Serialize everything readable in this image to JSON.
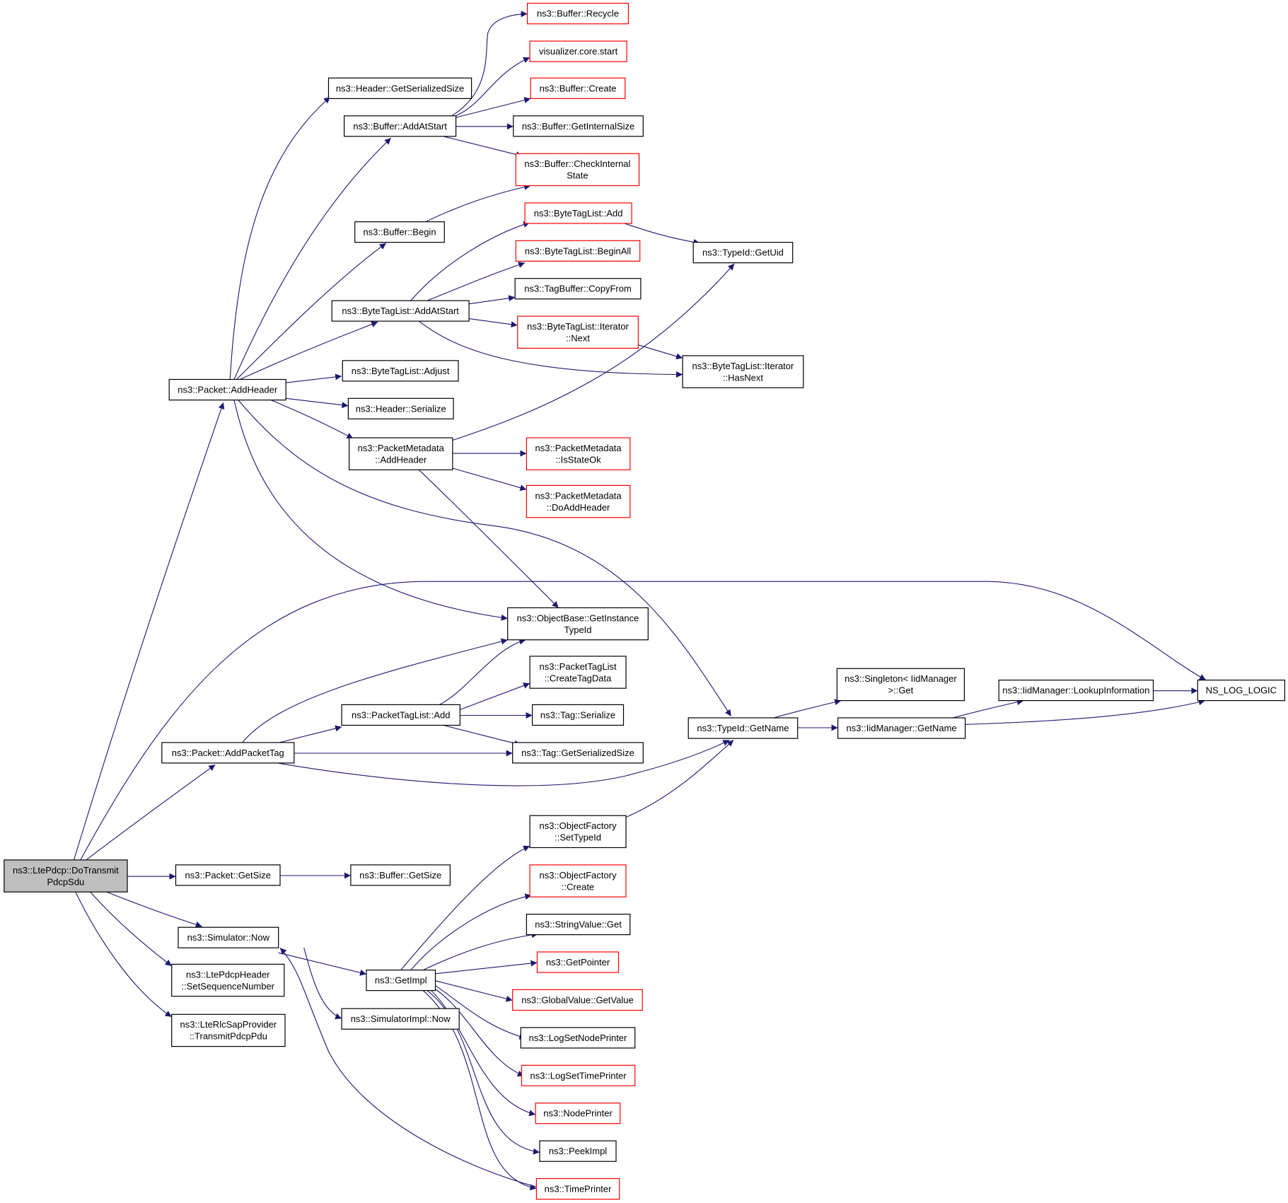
{
  "colors": {
    "edge": "#191970",
    "border_normal": "#000000",
    "border_truncated": "#ff0000",
    "root_fill": "#bfbfbf",
    "node_fill": "#ffffff"
  },
  "nodes": {
    "root": {
      "lines": [
        "ns3::LtePdcp::DoTransmit",
        "PdcpSdu"
      ],
      "truncated": false,
      "root": true
    },
    "addHeader": {
      "lines": [
        "ns3::Packet::AddHeader"
      ],
      "truncated": false
    },
    "addPacketTag": {
      "lines": [
        "ns3::Packet::AddPacketTag"
      ],
      "truncated": false
    },
    "getSize": {
      "lines": [
        "ns3::Packet::GetSize"
      ],
      "truncated": false
    },
    "simNow": {
      "lines": [
        "ns3::Simulator::Now"
      ],
      "truncated": false
    },
    "setSeq": {
      "lines": [
        "ns3::LtePdcpHeader",
        "::SetSequenceNumber"
      ],
      "truncated": false
    },
    "transmitPdu": {
      "lines": [
        "ns3::LteRlcSapProvider",
        "::TransmitPdcpPdu"
      ],
      "truncated": false
    },
    "hdrGetSerSize": {
      "lines": [
        "ns3::Header::GetSerializedSize"
      ],
      "truncated": false
    },
    "bufAddAtStart": {
      "lines": [
        "ns3::Buffer::AddAtStart"
      ],
      "truncated": false
    },
    "bufBegin": {
      "lines": [
        "ns3::Buffer::Begin"
      ],
      "truncated": false
    },
    "btlAddAtStart": {
      "lines": [
        "ns3::ByteTagList::AddAtStart"
      ],
      "truncated": false
    },
    "btlAdjust": {
      "lines": [
        "ns3::ByteTagList::Adjust"
      ],
      "truncated": false
    },
    "hdrSerialize": {
      "lines": [
        "ns3::Header::Serialize"
      ],
      "truncated": false
    },
    "pmAddHeader": {
      "lines": [
        "ns3::PacketMetadata",
        "::AddHeader"
      ],
      "truncated": false
    },
    "ptlAdd": {
      "lines": [
        "ns3::PacketTagList::Add"
      ],
      "truncated": false
    },
    "bufGetSize": {
      "lines": [
        "ns3::Buffer::GetSize"
      ],
      "truncated": false
    },
    "getImpl": {
      "lines": [
        "ns3::GetImpl"
      ],
      "truncated": false
    },
    "simImplNow": {
      "lines": [
        "ns3::SimulatorImpl::Now"
      ],
      "truncated": false
    },
    "bufRecycle": {
      "lines": [
        "ns3::Buffer::Recycle"
      ],
      "truncated": true
    },
    "vizStart": {
      "lines": [
        "visualizer.core.start"
      ],
      "truncated": true
    },
    "bufCreate": {
      "lines": [
        "ns3::Buffer::Create"
      ],
      "truncated": true
    },
    "bufGetInternal": {
      "lines": [
        "ns3::Buffer::GetInternalSize"
      ],
      "truncated": false
    },
    "bufCheck": {
      "lines": [
        "ns3::Buffer::CheckInternal",
        "State"
      ],
      "truncated": true
    },
    "btlAdd": {
      "lines": [
        "ns3::ByteTagList::Add"
      ],
      "truncated": true
    },
    "btlBeginAll": {
      "lines": [
        "ns3::ByteTagList::BeginAll"
      ],
      "truncated": true
    },
    "tbCopyFrom": {
      "lines": [
        "ns3::TagBuffer::CopyFrom"
      ],
      "truncated": false
    },
    "btlIterNext": {
      "lines": [
        "ns3::ByteTagList::Iterator",
        "::Next"
      ],
      "truncated": true
    },
    "pmIsStateOk": {
      "lines": [
        "ns3::PacketMetadata",
        "::IsStateOk"
      ],
      "truncated": true
    },
    "pmDoAdd": {
      "lines": [
        "ns3::PacketMetadata",
        "::DoAddHeader"
      ],
      "truncated": true
    },
    "obGetInst": {
      "lines": [
        "ns3::ObjectBase::GetInstance",
        "TypeId"
      ],
      "truncated": false
    },
    "ptlCreate": {
      "lines": [
        "ns3::PacketTagList",
        "::CreateTagData"
      ],
      "truncated": false
    },
    "tagSerialize": {
      "lines": [
        "ns3::Tag::Serialize"
      ],
      "truncated": false
    },
    "tagGetSer": {
      "lines": [
        "ns3::Tag::GetSerializedSize"
      ],
      "truncated": false
    },
    "ofSetTypeId": {
      "lines": [
        "ns3::ObjectFactory",
        "::SetTypeId"
      ],
      "truncated": false
    },
    "ofCreate": {
      "lines": [
        "ns3::ObjectFactory",
        "::Create"
      ],
      "truncated": true
    },
    "svGet": {
      "lines": [
        "ns3::StringValue::Get"
      ],
      "truncated": false
    },
    "getPointer": {
      "lines": [
        "ns3::GetPointer"
      ],
      "truncated": true
    },
    "gvGetValue": {
      "lines": [
        "ns3::GlobalValue::GetValue"
      ],
      "truncated": true
    },
    "logNode": {
      "lines": [
        "ns3::LogSetNodePrinter"
      ],
      "truncated": false
    },
    "logTime": {
      "lines": [
        "ns3::LogSetTimePrinter"
      ],
      "truncated": true
    },
    "nodePrinter": {
      "lines": [
        "ns3::NodePrinter"
      ],
      "truncated": true
    },
    "peekImpl": {
      "lines": [
        "ns3::PeekImpl"
      ],
      "truncated": false
    },
    "timePrinter": {
      "lines": [
        "ns3::TimePrinter"
      ],
      "truncated": true
    },
    "tidGetUid": {
      "lines": [
        "ns3::TypeId::GetUid"
      ],
      "truncated": false
    },
    "btlIterHasNext": {
      "lines": [
        "ns3::ByteTagList::Iterator",
        "::HasNext"
      ],
      "truncated": false
    },
    "tidGetName": {
      "lines": [
        "ns3::TypeId::GetName"
      ],
      "truncated": false
    },
    "singletonGet": {
      "lines": [
        "ns3::Singleton< IidManager",
        " >::Get"
      ],
      "truncated": false
    },
    "iidGetName": {
      "lines": [
        "ns3::IidManager::GetName"
      ],
      "truncated": false
    },
    "iidLookup": {
      "lines": [
        "ns3::IidManager::LookupInformation"
      ],
      "truncated": false
    },
    "nsLog": {
      "lines": [
        "NS_LOG_LOGIC"
      ],
      "truncated": false
    }
  }
}
